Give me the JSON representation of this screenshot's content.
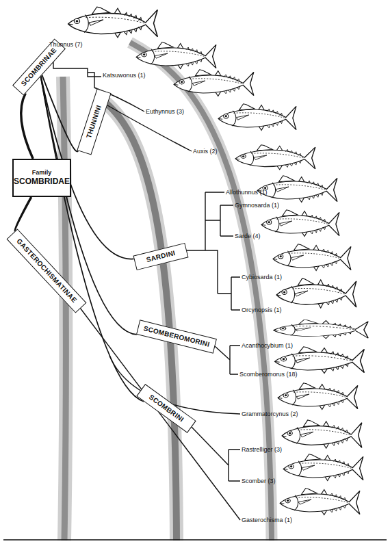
{
  "diagram": {
    "nodes": [
      {
        "text": [
          "Family",
          "SCOMBRIDAE"
        ]
      },
      {
        "text": [
          "SCOMBRINAE"
        ]
      },
      {
        "text": [
          "GASTEROCHISMATINAE"
        ]
      },
      {
        "text": [
          "THUNNINI"
        ]
      },
      {
        "text": [
          "SARDINI"
        ]
      },
      {
        "text": [
          "SCOMBEROMORINI"
        ]
      },
      {
        "text": [
          "SCOMBRINI"
        ]
      }
    ],
    "edges": [
      {
        "from": 0,
        "to": 1,
        "arrow": "none"
      },
      {
        "from": 0,
        "to": 2,
        "arrow": "none"
      },
      {
        "from": 1,
        "to": 3,
        "arrow": "none"
      },
      {
        "from": 1,
        "to": 4,
        "arrow": "none"
      },
      {
        "from": 1,
        "to": 5,
        "arrow": "none"
      },
      {
        "from": 1,
        "to": 6,
        "arrow": "none"
      }
    ],
    "labels": [
      "Thunnus (7)",
      "Katsuwonus (1)",
      "Euthynnus (3)",
      "Auxis (2)",
      "Allothunnus (1)",
      "Gymnosarda (1)",
      "Sarde (4)",
      "Cybiosarda (1)",
      "Orcynopsis (1)",
      "Acanthocybium (1)",
      "Scomberomorus (18)",
      "Grammatorcynus (2)",
      "Rastrelliger (3)",
      "Scomber (3)",
      "Gasterochisma (1)"
    ]
  }
}
